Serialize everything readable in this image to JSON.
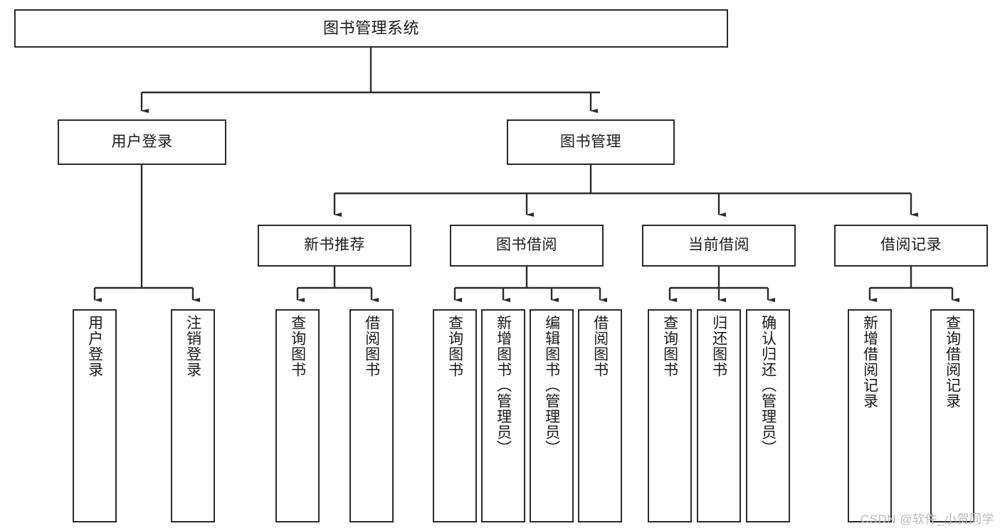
{
  "diagram": {
    "title": "图书管理系统",
    "type": "tree-hierarchy",
    "watermark": "CSDN @软件_小贺同学",
    "colors": {
      "box_border": "#2b2b2b",
      "box_fill": "#ffffff",
      "line": "#2b2b2b",
      "text": "#1a1a1a",
      "watermark": "#b9b9b9"
    },
    "root": {
      "label": "图书管理系统"
    },
    "level1": [
      {
        "label": "用户登录"
      },
      {
        "label": "图书管理"
      }
    ],
    "level2": [
      {
        "label": "新书推荐"
      },
      {
        "label": "图书借阅"
      },
      {
        "label": "当前借阅"
      },
      {
        "label": "借阅记录"
      }
    ],
    "leaves": {
      "user_login": [
        {
          "label": "用户登录"
        },
        {
          "label": "注销登录"
        }
      ],
      "new_book_recommend": [
        {
          "label": "查询图书"
        },
        {
          "label": "借阅图书"
        }
      ],
      "book_borrow": [
        {
          "label": "查询图书"
        },
        {
          "label": "新增图书（管理员）"
        },
        {
          "label": "编辑图书（管理员）"
        },
        {
          "label": "借阅图书"
        }
      ],
      "current_borrow": [
        {
          "label": "查询图书"
        },
        {
          "label": "归还图书"
        },
        {
          "label": "确认归还（管理员）"
        }
      ],
      "borrow_record": [
        {
          "label": "新增借阅记录"
        },
        {
          "label": "查询借阅记录"
        }
      ]
    }
  }
}
